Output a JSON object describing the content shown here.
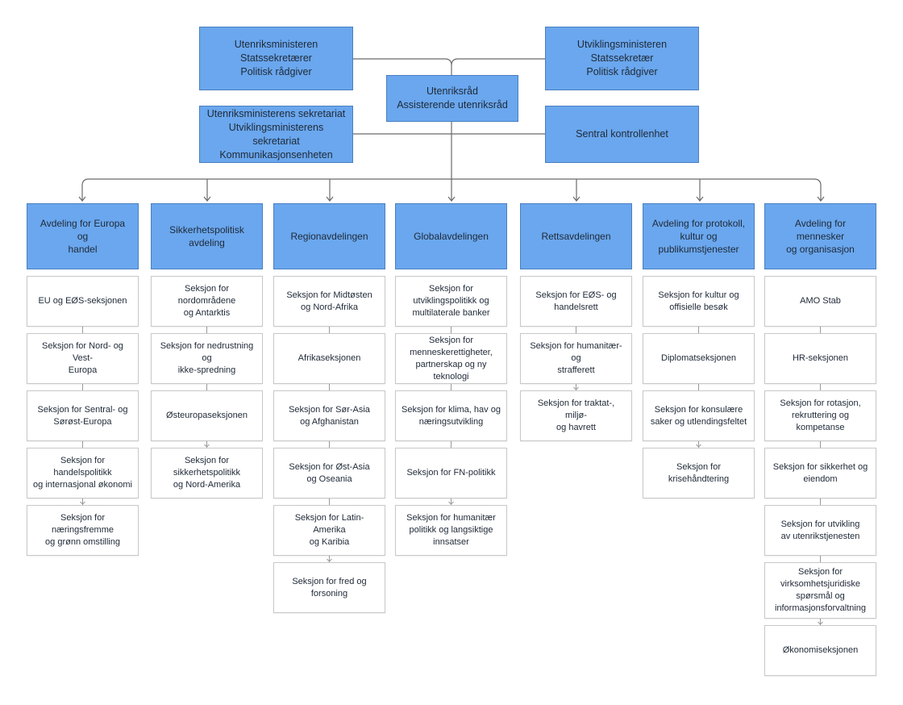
{
  "top_left": [
    "Utenriksministeren",
    "Statssekretærer",
    "Politisk rådgiver"
  ],
  "top_right": [
    "Utviklingsministeren",
    "Statssekretær",
    "Politisk rådgiver"
  ],
  "center": [
    "Utenriksråd",
    "Assisterende utenriksråd"
  ],
  "secretariat": [
    "Utenriksministerens sekretariat",
    "Utviklingsministerens sekretariat",
    "Kommunikasjonsenheten"
  ],
  "control": "Sentral kontrollenhet",
  "departments": [
    {
      "name": "Avdeling for Europa og\nhandel",
      "sections": [
        "EU og EØS-seksjonen",
        "Seksjon for Nord- og Vest-\nEuropa",
        "Seksjon for Sentral- og\nSørøst-Europa",
        "Seksjon for handelspolitikk\nog internasjonal økonomi",
        "Seksjon for næringsfremme\nog grønn omstilling"
      ]
    },
    {
      "name": "Sikkerhetspolitisk\navdeling",
      "sections": [
        "Seksjon for nordområdene\nog Antarktis",
        "Seksjon for nedrustning og\nikke-spredning",
        "Østeuropaseksjonen",
        "Seksjon for\nsikkerhetspolitikk\nog Nord-Amerika"
      ]
    },
    {
      "name": "Regionavdelingen",
      "sections": [
        "Seksjon for Midtøsten\nog Nord-Afrika",
        "Afrikaseksjonen",
        "Seksjon for Sør-Asia\nog Afghanistan",
        "Seksjon for Øst-Asia\nog Oseania",
        "Seksjon for Latin-Amerika\nog Karibia",
        "Seksjon for fred og\nforsoning"
      ]
    },
    {
      "name": "Globalavdelingen",
      "sections": [
        "Seksjon for\nutviklingspolitikk og\nmultilaterale banker",
        "Seksjon for\nmenneskerettigheter,\npartnerskap og ny teknologi",
        "Seksjon for klima, hav og\nnæringsutvikling",
        "Seksjon for FN-politikk",
        "Seksjon for humanitær\npolitikk og langsiktige\ninnsatser"
      ]
    },
    {
      "name": "Rettsavdelingen",
      "sections": [
        "Seksjon for EØS- og\nhandelsrett",
        "Seksjon for humanitær- og\nstrafferett",
        "Seksjon for traktat-, miljø-\nog havrett"
      ]
    },
    {
      "name": "Avdeling for protokoll,\nkultur og\npublikumstjenester",
      "sections": [
        "Seksjon for kultur og\noffisielle besøk",
        "Diplomatseksjonen",
        "Seksjon for konsulære\nsaker og utlendingsfeltet",
        "Seksjon for krisehåndtering"
      ]
    },
    {
      "name": "Avdeling for mennesker\nog organisasjon",
      "sections": [
        "AMO Stab",
        "HR-seksjonen",
        "Seksjon for rotasjon,\nrekruttering og kompetanse",
        "Seksjon for sikkerhet og\neiendom",
        "Seksjon for utvikling\nav utenrikstjenesten",
        "Seksjon for\nvirksomhetsjuridiske\nspørsmål og\ninformasjonsforvaltning",
        "Økonomiseksjonen"
      ]
    }
  ]
}
